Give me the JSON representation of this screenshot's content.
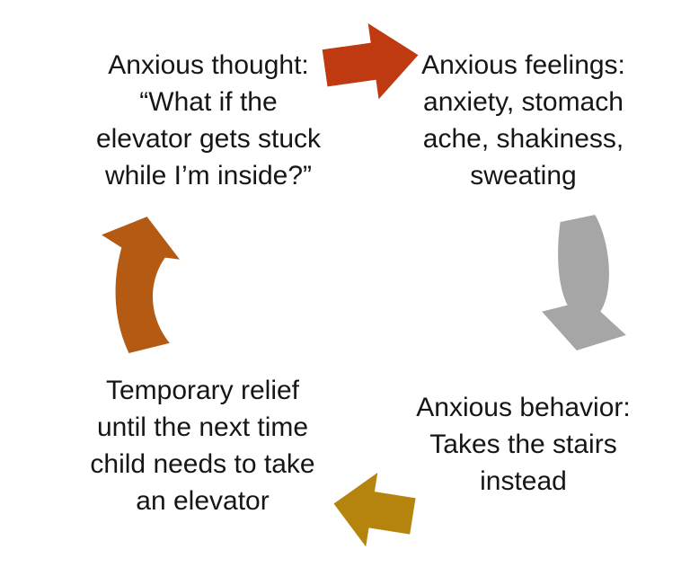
{
  "diagram": {
    "title": "anxiety-avoidance cycle (elevator example)",
    "background_color": "#ffffff",
    "text_color": "#161616",
    "nodes": [
      {
        "id": "anxious-thought",
        "lines": [
          "Anxious thought:",
          "“What if the",
          "elevator gets stuck",
          "while I’m inside?”"
        ]
      },
      {
        "id": "anxious-feelings",
        "lines": [
          "Anxious feelings:",
          "anxiety, stomach",
          "ache, shakiness,",
          "sweating"
        ]
      },
      {
        "id": "anxious-behavior",
        "lines": [
          "Anxious behavior:",
          "Takes the stairs",
          "instead"
        ]
      },
      {
        "id": "temporary-relief",
        "lines": [
          "Temporary relief",
          "until the next time",
          "child needs to take",
          "an elevator"
        ]
      }
    ],
    "arrows": [
      {
        "id": "thought-to-feelings",
        "direction": "right",
        "style": "straight-block",
        "color": "#bf3a10"
      },
      {
        "id": "feelings-to-behavior",
        "direction": "down",
        "style": "curved-block",
        "color": "#a6a6a6"
      },
      {
        "id": "behavior-to-relief",
        "direction": "left",
        "style": "straight-block",
        "color": "#b5840d"
      },
      {
        "id": "relief-to-thought",
        "direction": "up",
        "style": "curved-block",
        "color": "#b45a13"
      }
    ]
  }
}
